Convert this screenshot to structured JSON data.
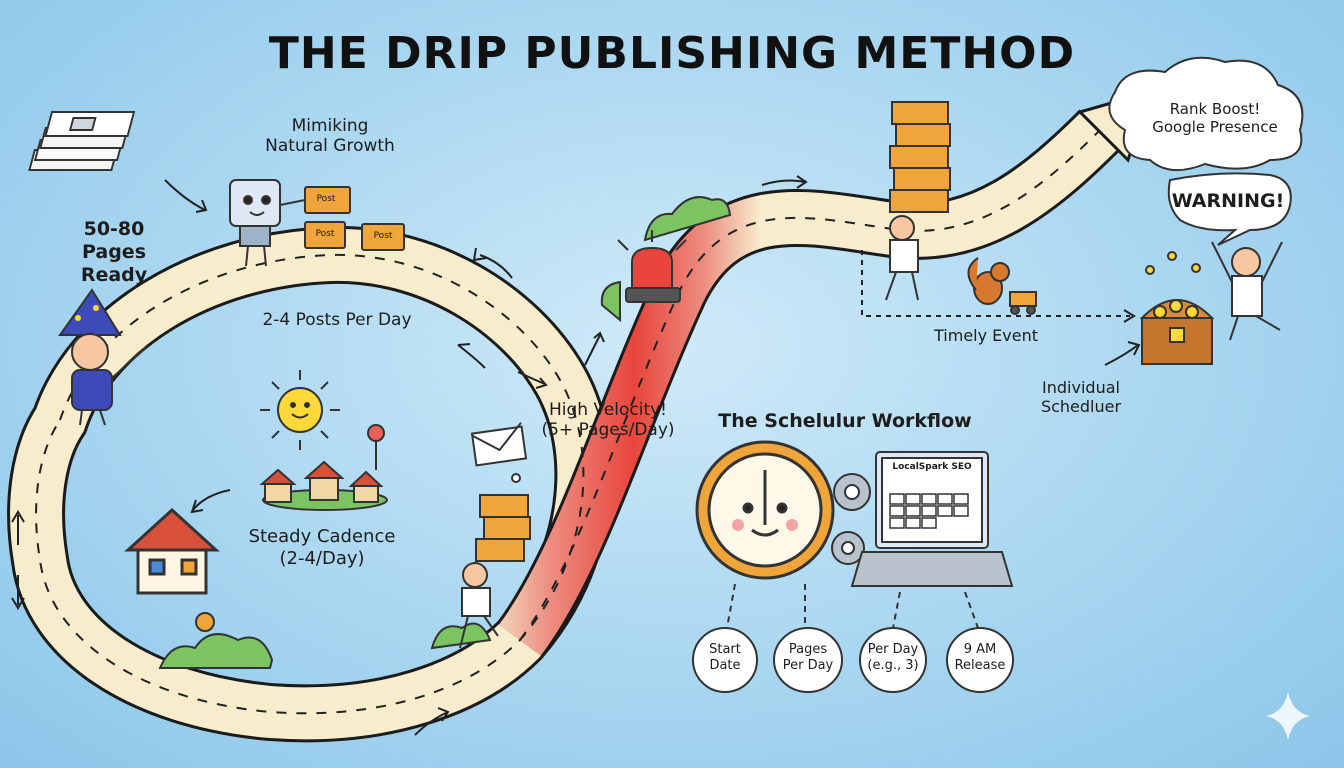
{
  "title": "THE DRIP PUBLISHING METHOD",
  "labels": {
    "pages_ready": [
      "50-80",
      "Pages",
      "Ready"
    ],
    "natural_growth": [
      "Mimiking",
      "Natural Growth"
    ],
    "posts_per_day": "2-4 Posts Per Day",
    "steady_cadence": [
      "Steady Cadence",
      "(2-4/Day)"
    ],
    "high_velocity": [
      "High Velocity!",
      "(5+ Pages/Day)"
    ],
    "rank_boost": [
      "Rank Boost!",
      "Google Presence"
    ],
    "warning": "WARNING!",
    "timely_event": "Timely Event",
    "individual_scheduler": [
      "Individual",
      "Schedluer"
    ]
  },
  "workflow": {
    "title": "The Schelulur Workflow",
    "app_name": "LocalSpark SEO",
    "steps": [
      [
        "Start",
        "Date"
      ],
      [
        "Pages",
        "Per Day"
      ],
      [
        "Per Day",
        "(e.g., 3)"
      ],
      [
        "9 AM",
        "Release"
      ]
    ]
  },
  "box_tag": "Post",
  "colors": {
    "road": "#f7eccc",
    "danger": "#e8453c",
    "accent_orange": "#f0a53a",
    "sky": "#a9d6f0"
  }
}
